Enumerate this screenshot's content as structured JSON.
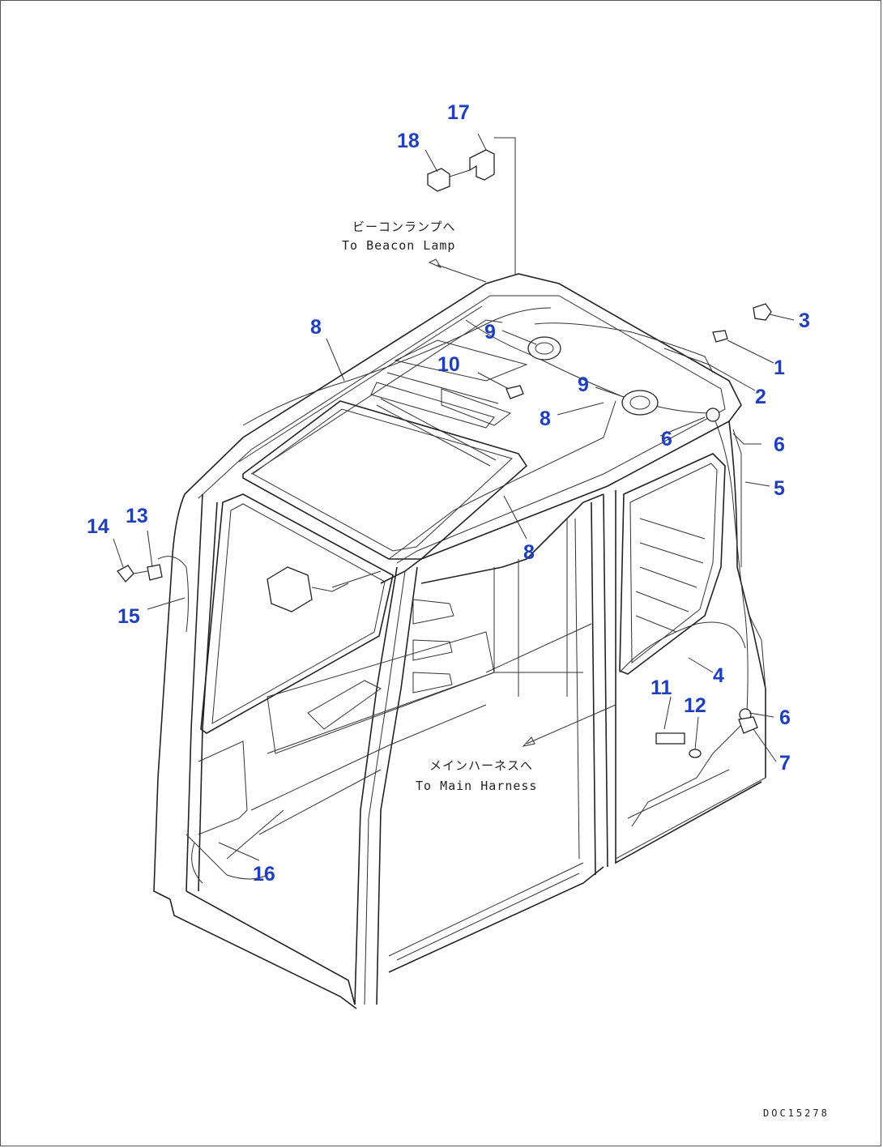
{
  "drawing_id": "DOC15278",
  "notes": {
    "beacon_jp": "ビーコンランプへ",
    "beacon_en": "To Beacon Lamp",
    "harness_jp": "メインハーネスへ",
    "harness_en": "To Main Harness"
  },
  "callouts": {
    "c1": "1",
    "c2": "2",
    "c3": "3",
    "c4": "4",
    "c5": "5",
    "c6a": "6",
    "c6b": "6",
    "c6c": "6",
    "c7": "7",
    "c8a": "8",
    "c8b": "8",
    "c8c": "8",
    "c9a": "9",
    "c9b": "9",
    "c10": "10",
    "c11": "11",
    "c12": "12",
    "c13": "13",
    "c14": "14",
    "c15": "15",
    "c16": "16",
    "c17": "17",
    "c18": "18"
  },
  "colors": {
    "callout": "#1f3fbf",
    "line": "#222222"
  }
}
